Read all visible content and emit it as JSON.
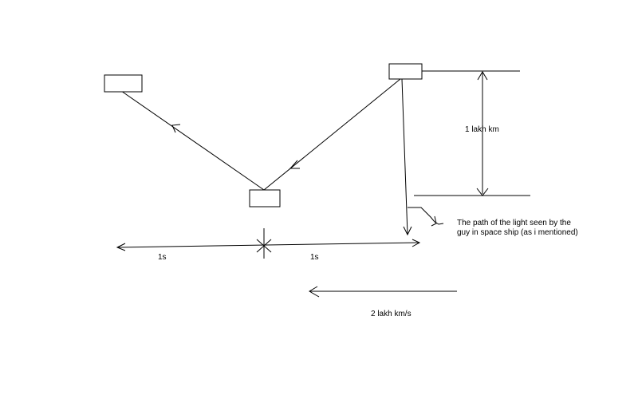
{
  "labels": {
    "height": "1 lakh km",
    "path_note_line1": "The path of the light seen by the",
    "path_note_line2": "guy in space ship (as i mentioned)",
    "time_left": "1s",
    "time_right": "1s",
    "speed": "2 lakh km/s"
  }
}
